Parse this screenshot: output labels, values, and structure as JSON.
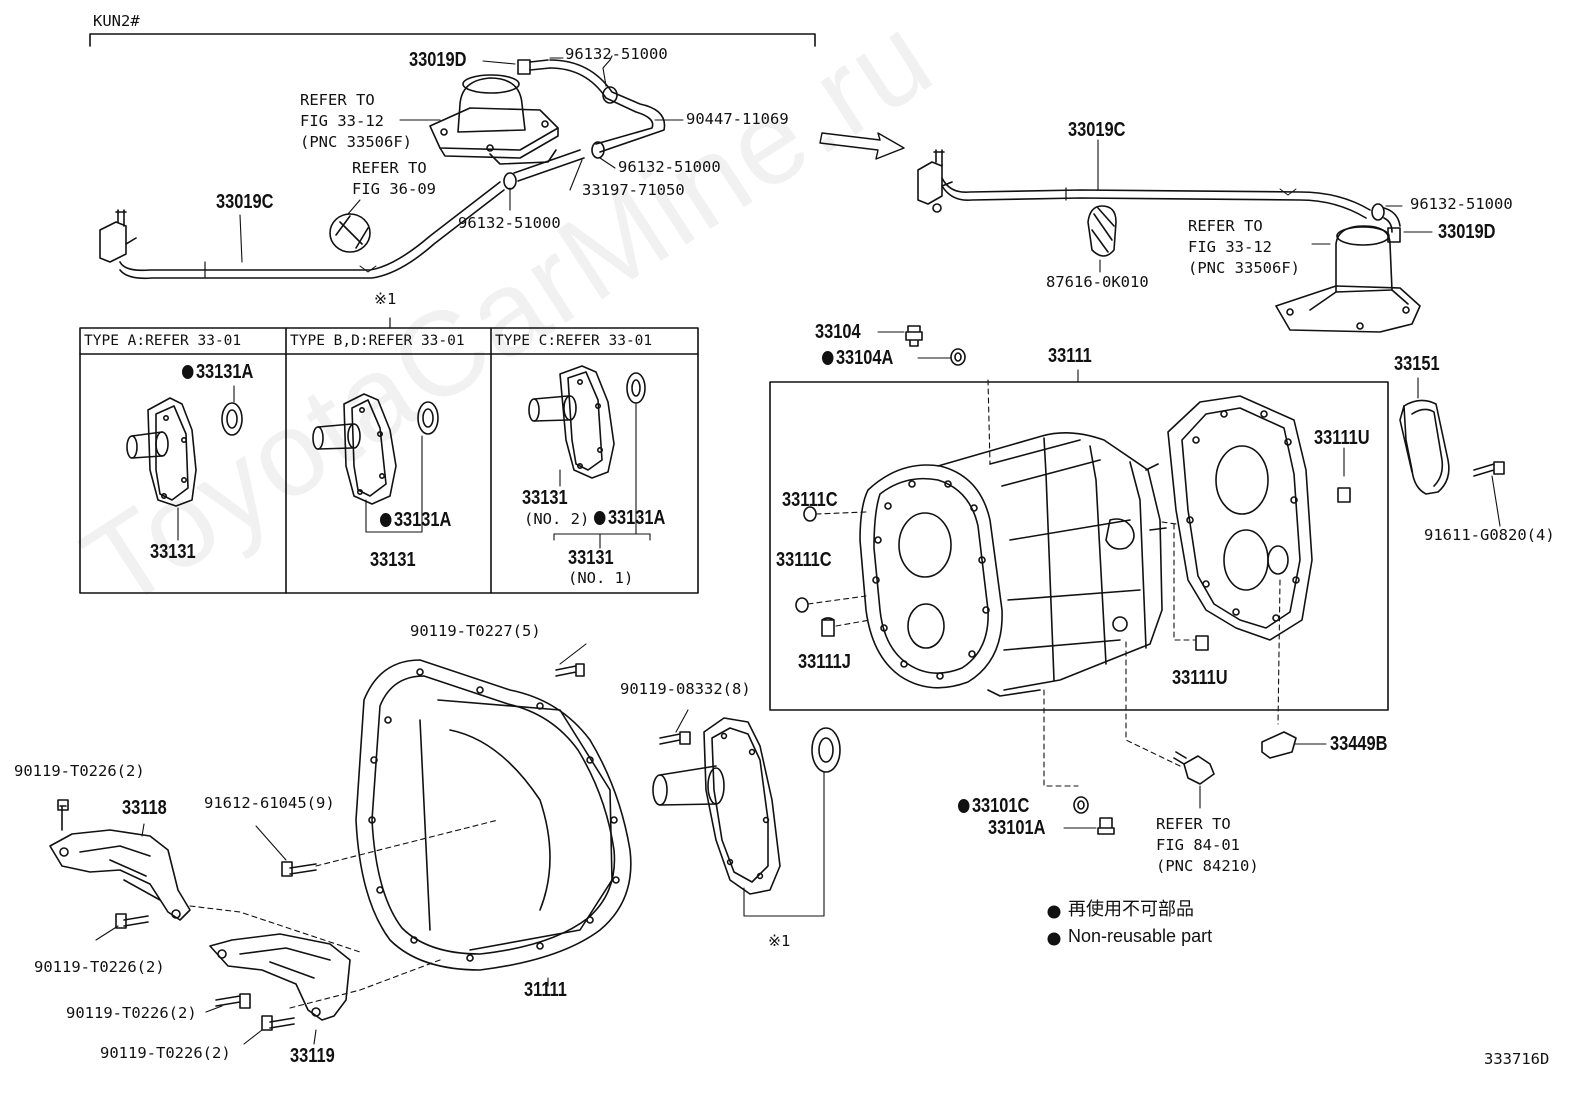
{
  "model_code": "KUN2#",
  "figure_id": "333716D",
  "watermark": "ToyotaCarMine.ru",
  "type_table": {
    "footnote_mark": "※1",
    "types": [
      {
        "header": "TYPE  A:REFER 33-01",
        "parts": [
          "33131A",
          "33131"
        ]
      },
      {
        "header": "TYPE B,D:REFER 33-01",
        "parts": [
          "33131A",
          "33131"
        ]
      },
      {
        "header": "TYPE  C:REFER 33-01",
        "parts": [
          "33131",
          "(NO. 2)",
          "33131A",
          "33131",
          "(NO. 1)"
        ]
      }
    ]
  },
  "part_numbers": {
    "p33019D_top": "33019D",
    "p96132_a": "96132-51000",
    "p90447": "90447-11069",
    "p96132_b": "96132-51000",
    "p33197": "33197-71050",
    "p96132_c": "96132-51000",
    "p33019C_left": "33019C",
    "p33019C_right": "33019C",
    "p96132_d": "96132-51000",
    "p33019D_right": "33019D",
    "p87616": "87616-0K010",
    "p33104": "33104",
    "p33104A": "33104A",
    "p33111_top": "33111",
    "p33151": "33151",
    "p33111U_a": "33111U",
    "p33111C_a": "33111C",
    "p33111C_b": "33111C",
    "p33111J": "33111J",
    "p33111U_b": "33111U",
    "p91611": "91611-G0820(4)",
    "p33449B": "33449B",
    "p33101C": "33101C",
    "p33101A": "33101A",
    "p90119_T0227": "90119-T0227(5)",
    "p90119_08332": "90119-08332(8)",
    "p90119_T0226_a": "90119-T0226(2)",
    "p33118": "33118",
    "p91612": "91612-61045(9)",
    "p90119_T0226_b": "90119-T0226(2)",
    "p90119_T0226_c": "90119-T0226(2)",
    "p90119_T0226_d": "90119-T0226(2)",
    "p33119": "33119",
    "p31111": "31111",
    "footnote_bottom": "※1"
  },
  "references": {
    "ref_fig33_12_left": "REFER TO\nFIG 33-12\n(PNC 33506F)",
    "ref_fig36_09": "REFER TO\nFIG 36-09",
    "ref_fig33_12_right": "REFER TO\nFIG 33-12\n(PNC 33506F)",
    "ref_fig84_01": "REFER TO\nFIG 84-01\n(PNC 84210)"
  },
  "legend": {
    "jp": "再使用不可部品",
    "en": "Non-reusable part"
  }
}
